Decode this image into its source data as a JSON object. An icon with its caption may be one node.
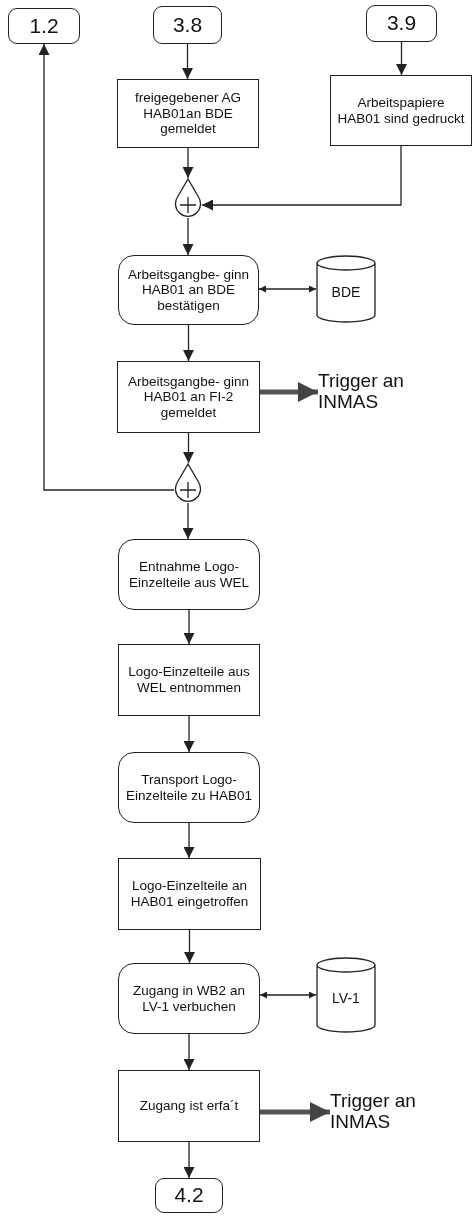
{
  "diagram": {
    "nodes": [
      {
        "text": [
          "1.2"
        ]
      },
      {
        "text": [
          "3.8"
        ]
      },
      {
        "text": [
          "3.9"
        ]
      },
      {
        "text": [
          "freigegebener AG HAB01an BDE gemeldet"
        ]
      },
      {
        "text": [
          "Arbeitspapiere HAB01 sind gedruckt"
        ]
      },
      {
        "text": [],
        "shape": "teardrop"
      },
      {
        "text": [
          "Arbeitsgangbe- ginn HAB01 an BDE bestätigen"
        ]
      },
      {
        "text": [
          "BDE"
        ]
      },
      {
        "text": [
          "Arbeitsgangbe- ginn HAB01 an FI-2 gemeldet"
        ]
      },
      {
        "text": [
          "Trigger an INMAS"
        ]
      },
      {
        "text": [],
        "shape": "teardrop"
      },
      {
        "text": [
          "Entnahme Logo- Einzelteile aus WEL"
        ]
      },
      {
        "text": [
          "Logo-Einzelteile aus WEL entnommen"
        ]
      },
      {
        "text": [
          "Transport Logo- Einzelteile zu HAB01"
        ]
      },
      {
        "text": [
          "Logo-Einzelteile an HAB01 eingetroffen"
        ]
      },
      {
        "text": [
          "Zugang in WB2 an LV-1 verbuchen"
        ]
      },
      {
        "text": [
          "LV-1"
        ]
      },
      {
        "text": [
          "Zugang ist erfa´t"
        ]
      },
      {
        "text": [
          "Trigger an INMAS"
        ]
      },
      {
        "text": [
          "4.2"
        ]
      }
    ],
    "edges": [
      {
        "from": 10,
        "to": 0,
        "arrow": "to"
      },
      {
        "from": 1,
        "to": 3,
        "arrow": "to"
      },
      {
        "from": 2,
        "to": 4,
        "arrow": "to"
      },
      {
        "from": 3,
        "to": 5,
        "arrow": "to"
      },
      {
        "from": 4,
        "to": 5,
        "arrow": "to"
      },
      {
        "from": 5,
        "to": 6,
        "arrow": "to"
      },
      {
        "from": 6,
        "to": 7,
        "arrow": "both"
      },
      {
        "from": 6,
        "to": 8,
        "arrow": "to"
      },
      {
        "from": 8,
        "to": 9,
        "arrow": "to",
        "style": "thick",
        "color": "#555555"
      },
      {
        "from": 8,
        "to": 10,
        "arrow": "to"
      },
      {
        "from": 10,
        "to": 11,
        "arrow": "to"
      },
      {
        "from": 11,
        "to": 12,
        "arrow": "to"
      },
      {
        "from": 12,
        "to": 13,
        "arrow": "to"
      },
      {
        "from": 13,
        "to": 14,
        "arrow": "to"
      },
      {
        "from": 14,
        "to": 15,
        "arrow": "to"
      },
      {
        "from": 15,
        "to": 16,
        "arrow": "both"
      },
      {
        "from": 15,
        "to": 17,
        "arrow": "to"
      },
      {
        "from": 17,
        "to": 18,
        "arrow": "to",
        "style": "thick",
        "color": "#555555"
      },
      {
        "from": 17,
        "to": 19,
        "arrow": "to"
      }
    ]
  }
}
